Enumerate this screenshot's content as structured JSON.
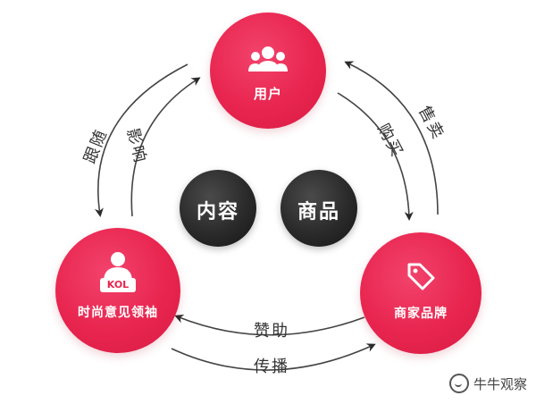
{
  "nodes": {
    "user": {
      "label": "用户"
    },
    "kol": {
      "label": "时尚意见领袖",
      "badge": "KOL"
    },
    "brand": {
      "label": "商家品牌"
    }
  },
  "center": {
    "content": "内容",
    "product": "商品"
  },
  "arrows": {
    "follow": "跟随",
    "influence": "影响",
    "sell": "售卖",
    "buy": "购买",
    "sponsor": "赞助",
    "spread": "传播"
  },
  "watermark": {
    "text": "牛牛观察"
  },
  "colors": {
    "accent": "#e8254f",
    "dark": "#262626",
    "arrow": "#333333"
  }
}
